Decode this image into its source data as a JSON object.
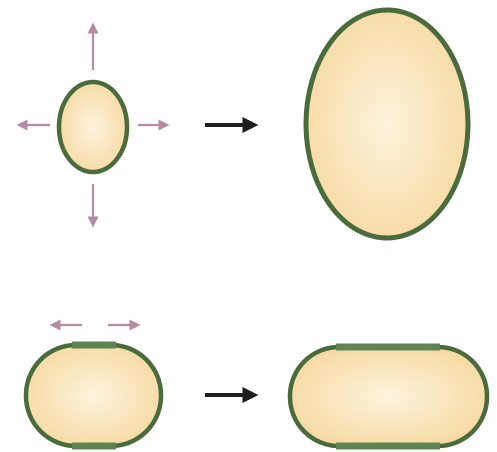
{
  "diagram": {
    "colors": {
      "cell_fill_center": "#fdf3dc",
      "cell_fill_edge": "#f6d89e",
      "cell_outline": "#4a6b3c",
      "wall_highlight": "#5f8453",
      "expansion_arrow": "#b58aa3",
      "process_arrow": "#1e1e1e",
      "background": "#ffffff"
    },
    "rows": [
      {
        "growth_mode": "isotropic",
        "growth_directions": [
          "up",
          "down",
          "left",
          "right"
        ],
        "before_shape": "small-ellipse",
        "after_shape": "large-ellipse"
      },
      {
        "growth_mode": "anisotropic",
        "growth_directions": [
          "left",
          "right"
        ],
        "before_shape": "short-capsule",
        "after_shape": "long-capsule"
      }
    ]
  }
}
